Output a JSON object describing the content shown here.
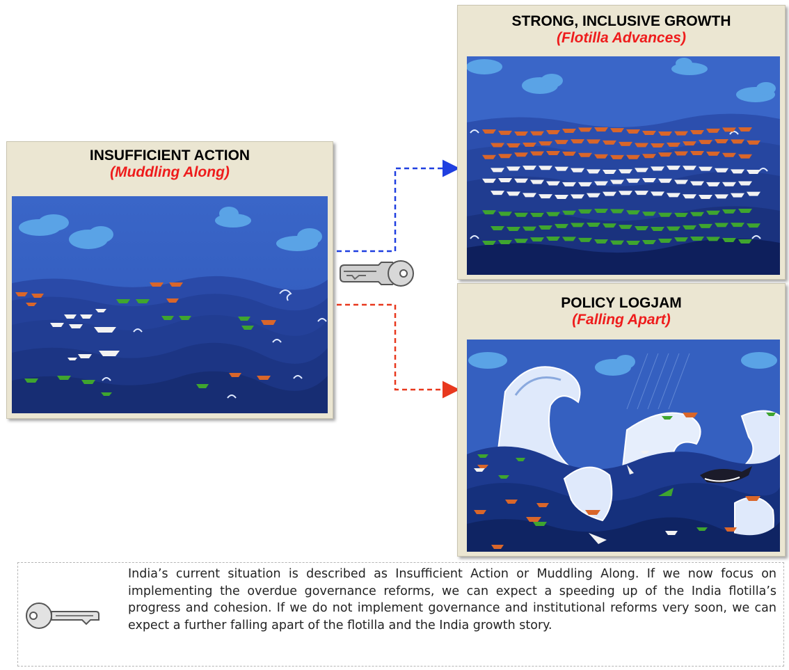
{
  "panels": {
    "left": {
      "title": "INSUFFICIENT ACTION",
      "subtitle": "(Muddling Along)"
    },
    "top_right": {
      "title": "STRONG, INCLUSIVE GROWTH",
      "subtitle": "(Flotilla Advances)"
    },
    "bottom_right": {
      "title": "POLICY LOGJAM",
      "subtitle": "(Falling Apart)"
    }
  },
  "connectors": {
    "to_growth": {
      "style": "dashed",
      "color": "#1f3fe0"
    },
    "to_logjam": {
      "style": "dashed",
      "color": "#e8381e"
    }
  },
  "icons": {
    "center": "key-icon",
    "note": "key-icon"
  },
  "colors": {
    "sea": "#2a4fae",
    "boat_orange": "#d9662a",
    "boat_green": "#3fa52f",
    "boat_white": "#f2f2f2",
    "subtitle_red": "#ee1c1c"
  },
  "note": {
    "text": "India’s current situation is described as Insufficient Action or Muddling Along. If we now focus on implementing the overdue governance reforms, we can expect a speeding up of the India flotilla’s progress and cohesion. If we do not implement governance and institutional reforms very soon, we can expect a further falling apart of the flotilla and the India growth story."
  }
}
